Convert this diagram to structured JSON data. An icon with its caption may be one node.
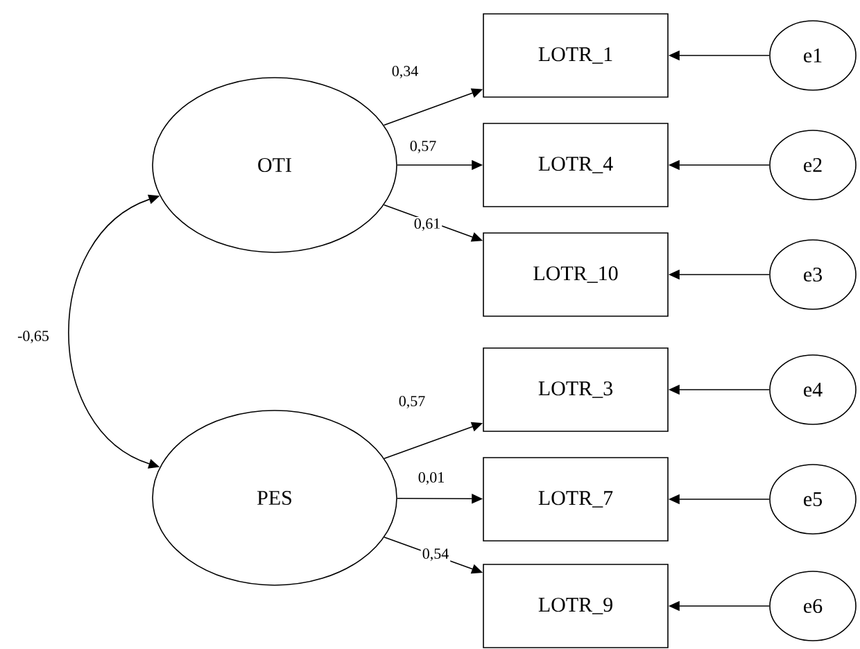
{
  "diagram": {
    "nodes": [
      {
        "text": [
          "OTI"
        ]
      },
      {
        "text": [
          "PES"
        ]
      },
      {
        "text": [
          "LOTR_1"
        ]
      },
      {
        "text": [
          "LOTR_4"
        ]
      },
      {
        "text": [
          "LOTR_10"
        ]
      },
      {
        "text": [
          "LOTR_3"
        ]
      },
      {
        "text": [
          "LOTR_7"
        ]
      },
      {
        "text": [
          "LOTR_9"
        ]
      },
      {
        "text": [
          "e1"
        ]
      },
      {
        "text": [
          "e2"
        ]
      },
      {
        "text": [
          "e3"
        ]
      },
      {
        "text": [
          "e4"
        ]
      },
      {
        "text": [
          "e5"
        ]
      },
      {
        "text": [
          "e6"
        ]
      }
    ],
    "edges": [
      {
        "from": 0,
        "to": 2,
        "arrow": "to",
        "label": "0,34"
      },
      {
        "from": 0,
        "to": 3,
        "arrow": "to",
        "label": "0,57"
      },
      {
        "from": 0,
        "to": 4,
        "arrow": "to",
        "label": "0,61"
      },
      {
        "from": 1,
        "to": 5,
        "arrow": "to",
        "label": "0,57"
      },
      {
        "from": 1,
        "to": 6,
        "arrow": "to",
        "label": "0,01"
      },
      {
        "from": 1,
        "to": 7,
        "arrow": "to",
        "label": "0,54"
      },
      {
        "from": 8,
        "to": 2,
        "arrow": "to"
      },
      {
        "from": 9,
        "to": 3,
        "arrow": "to"
      },
      {
        "from": 10,
        "to": 4,
        "arrow": "to"
      },
      {
        "from": 11,
        "to": 5,
        "arrow": "to"
      },
      {
        "from": 12,
        "to": 6,
        "arrow": "to"
      },
      {
        "from": 13,
        "to": 7,
        "arrow": "to"
      },
      {
        "from": 0,
        "to": 1,
        "arrow": "both",
        "label": "-0,65"
      }
    ]
  }
}
